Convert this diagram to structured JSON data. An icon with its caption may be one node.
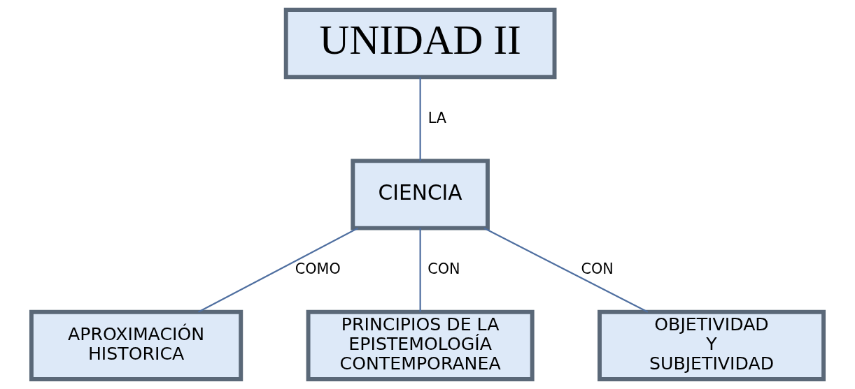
{
  "diagram": {
    "nodes": [
      {
        "text": [
          "UNIDAD II"
        ]
      },
      {
        "text": [
          "CIENCIA"
        ]
      },
      {
        "text": [
          "APROXIMACIÓN HISTORICA"
        ]
      },
      {
        "text": [
          "PRINCIPIOS DE LA EPISTEMOLOGÍA CONTEMPORANEA"
        ]
      },
      {
        "text": [
          "OBJETIVIDAD Y SUBJETIVIDAD"
        ]
      }
    ],
    "edges": [
      {
        "from": 0,
        "to": 1,
        "arrow": "none",
        "label": "LA"
      },
      {
        "from": 1,
        "to": 2,
        "arrow": "none",
        "label": "COMO"
      },
      {
        "from": 1,
        "to": 3,
        "arrow": "none",
        "label": "CON"
      },
      {
        "from": 1,
        "to": 4,
        "arrow": "none",
        "label": "CON"
      }
    ]
  }
}
